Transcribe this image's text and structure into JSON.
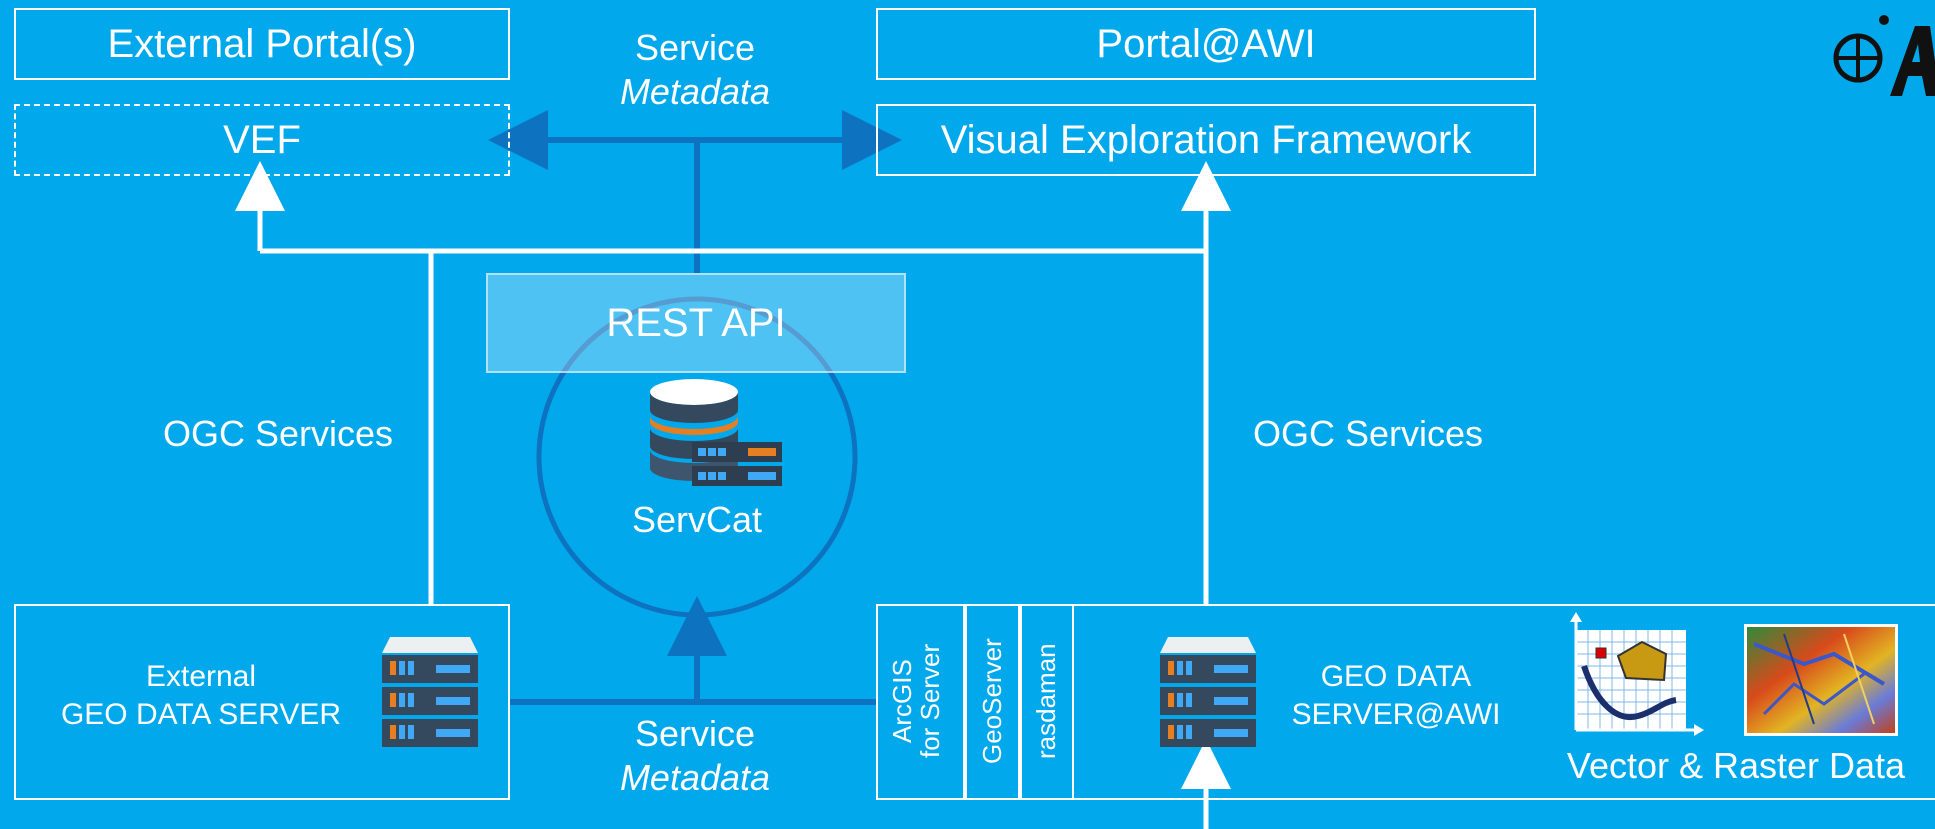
{
  "top": {
    "external_portals": "External Portal(s)",
    "vef": "VEF",
    "service_metadata_top": {
      "line1": "Service",
      "line2": "Metadata"
    },
    "portal_awi": "Portal@AWI",
    "visual_exploration_framework": "Visual Exploration Framework"
  },
  "middle": {
    "rest_api": "REST API",
    "servcat": "ServCat",
    "ogc_left": "OGC Services",
    "ogc_right": "OGC Services"
  },
  "bottom": {
    "external_server": {
      "line1": "External",
      "line2": "GEO DATA SERVER"
    },
    "service_metadata_bottom": {
      "line1": "Service",
      "line2": "Metadata"
    },
    "software": [
      "ArcGIS\nfor Server",
      "GeoServer",
      "rasdaman"
    ],
    "awi_server": {
      "line1": "GEO DATA",
      "line2": "SERVER@AWI"
    },
    "vector_raster": "Vector & Raster Data"
  },
  "colors": {
    "background": "#02a8ec",
    "connector_dark": "#0d72c0",
    "line_white": "#ffffff"
  },
  "icons": [
    "database-icon",
    "server-icon",
    "vector-data-icon",
    "raster-data-icon",
    "logo-icon"
  ]
}
